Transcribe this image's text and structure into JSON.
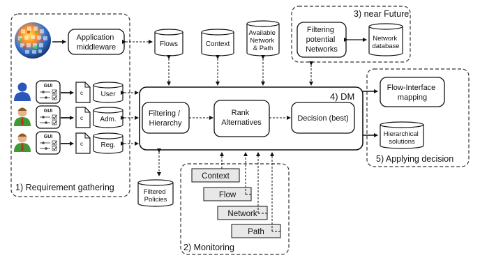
{
  "groups": {
    "requirement": "1) Requirement gathering",
    "monitoring": "2) Monitoring",
    "near_future": "3) near Future",
    "dm": "4) DM",
    "applying": "5) Applying decision"
  },
  "nodes": {
    "app_middleware": [
      "Application",
      "middleware"
    ],
    "flows": [
      "Flows"
    ],
    "context": [
      "Context"
    ],
    "available": [
      "Available",
      "Network",
      "& Path"
    ],
    "filtering_networks": [
      "Filtering",
      "potential",
      "Networks"
    ],
    "network_db": [
      "Network",
      "database"
    ],
    "filtering_hierarchy": [
      "Filtering /",
      "Hierarchy"
    ],
    "rank": [
      "Rank",
      "Alternatives"
    ],
    "decision": [
      "Decision (best)"
    ],
    "flow_interface": [
      "Flow-Interface",
      "mapping"
    ],
    "hierarchical": [
      "Hierarchical",
      "solutions"
    ],
    "filtered_policies": [
      "Filtered",
      "Policies"
    ]
  },
  "users": [
    {
      "gui": "GUI",
      "doc": "c",
      "label": "User"
    },
    {
      "gui": "GUI",
      "doc": "c",
      "label": "Adm."
    },
    {
      "gui": "GUI",
      "doc": "c",
      "label": "Reg."
    }
  ],
  "monitors": [
    "Context",
    "Flow",
    "Network",
    "Path"
  ],
  "icons": {
    "globe": "globe-apps-icon",
    "person": "person-icon",
    "document": "document-icon",
    "database": "database-icon"
  }
}
